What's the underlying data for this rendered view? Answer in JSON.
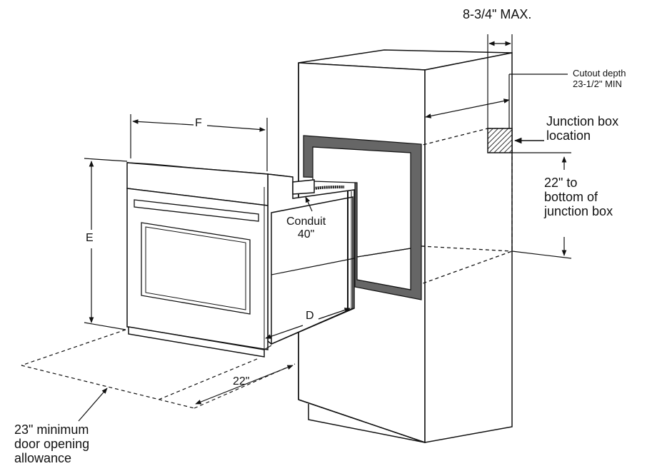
{
  "labels": {
    "max_depth": "8-3/4\" MAX.",
    "cutout_depth": "Cutout depth\n23-1/2\" MIN",
    "junction_box": "Junction box\nlocation",
    "to_bottom": "22\" to\nbottom of\njunction box",
    "dim_f": "F",
    "dim_e": "E",
    "dim_d": "D",
    "conduit": "Conduit\n40\"",
    "floor_22": "22\"",
    "door_allowance": "23\" minimum\ndoor opening\nallowance"
  },
  "colors": {
    "ink": "#111111",
    "frame": "#666666",
    "hatch": "#333333"
  }
}
